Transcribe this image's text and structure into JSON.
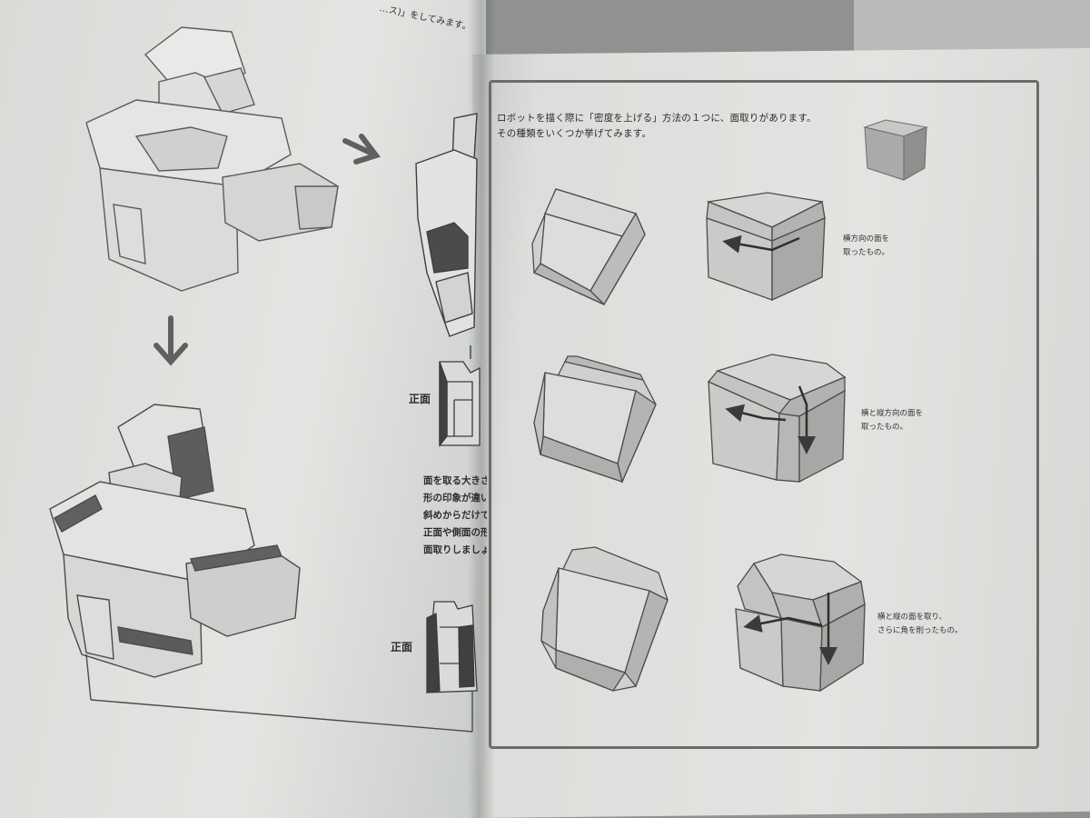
{
  "top_fragment": "…ス)」をしてみます。",
  "intro_lines": [
    "ロボットを描く際に「密度を上げる」方法の１つに、面取りがあります。",
    "その種類をいくつか挙げてみます。"
  ],
  "captions": {
    "c1": [
      "横方向の面を",
      "取ったもの。"
    ],
    "c2": [
      "横と縦方向の面を",
      "取ったもの。"
    ],
    "c3": [
      "横と縦の面を取り、",
      "さらに角を削ったもの。"
    ]
  },
  "front_label": "正面",
  "side_text_lines": [
    "面を取る大きさを変",
    "形の印象が違います",
    "斜めからだけでな",
    "正面や側面の形も",
    "面取りしましょう"
  ],
  "icons": {
    "arrow_right": "arrow-right-icon",
    "arrow_down": "arrow-down-icon"
  }
}
